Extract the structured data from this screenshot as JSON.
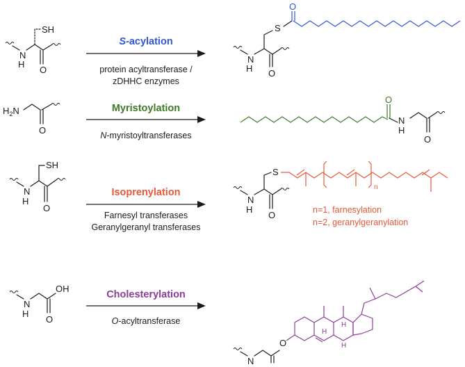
{
  "colors": {
    "acyl": "#2f56d6",
    "myristoyl": "#3d7a28",
    "isoprenyl": "#e8573a",
    "cholesteryl": "#8a3c96",
    "ink": "#1a1a1a"
  },
  "atoms": {
    "N": "N",
    "H": "H",
    "O": "O",
    "S": "S",
    "SH": "SH",
    "H2N_H": "H",
    "H2N_2": "2",
    "H2N_N": "N",
    "OH": "OH",
    "stereo_H": "H",
    "n": "n"
  },
  "reactions": [
    {
      "title_italic": "S",
      "title": "-acylation",
      "conditions": [
        "protein acyltransferase /",
        "zDHHC enzymes"
      ]
    },
    {
      "title": "Myristoylation",
      "conditions_italic": "N",
      "conditions": [
        "-myristoyltransferases"
      ]
    },
    {
      "title": "Isoprenylation",
      "conditions": [
        "Farnesyl transferases",
        "Geranylgeranyl transferases"
      ],
      "notes": [
        "n=1, farnesylation",
        "n=2, geranylgeranylation"
      ]
    },
    {
      "title": "Cholesterylation",
      "conditions_italic": "O",
      "conditions": [
        "-acyltransferase"
      ]
    }
  ]
}
